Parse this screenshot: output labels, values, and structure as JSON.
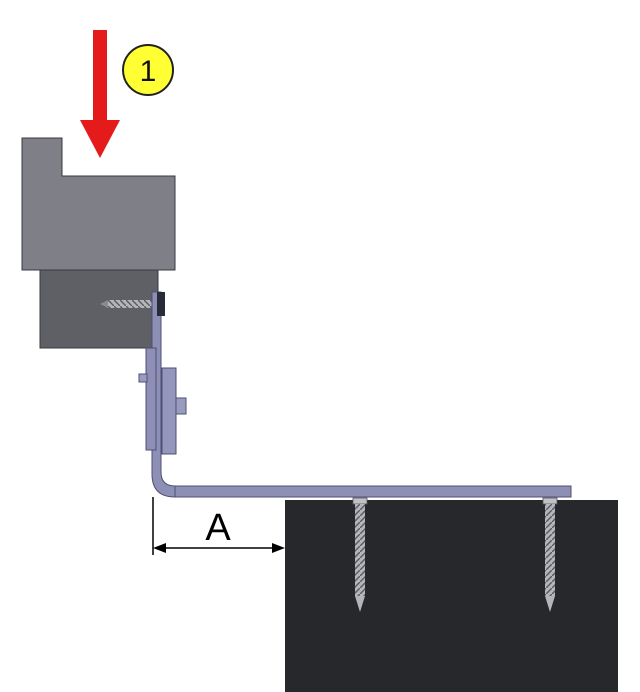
{
  "diagram": {
    "step_marker": {
      "label": "1",
      "fill": "#ffff33",
      "stroke": "#222222"
    },
    "arrow": {
      "color": "#e51b1b",
      "direction": "down"
    },
    "dimension": {
      "label": "A",
      "color": "#000000"
    },
    "colors": {
      "upper_block": "#7f8087",
      "lower_block": "#5f6066",
      "bracket": "#8d8fb4",
      "bracket_edge": "#4d4f74",
      "base_block": "#27282c",
      "screw": "#a9aab0",
      "block_edge": "#3a3a40"
    },
    "icons": [
      "down-arrow-icon",
      "screw-icon"
    ]
  }
}
